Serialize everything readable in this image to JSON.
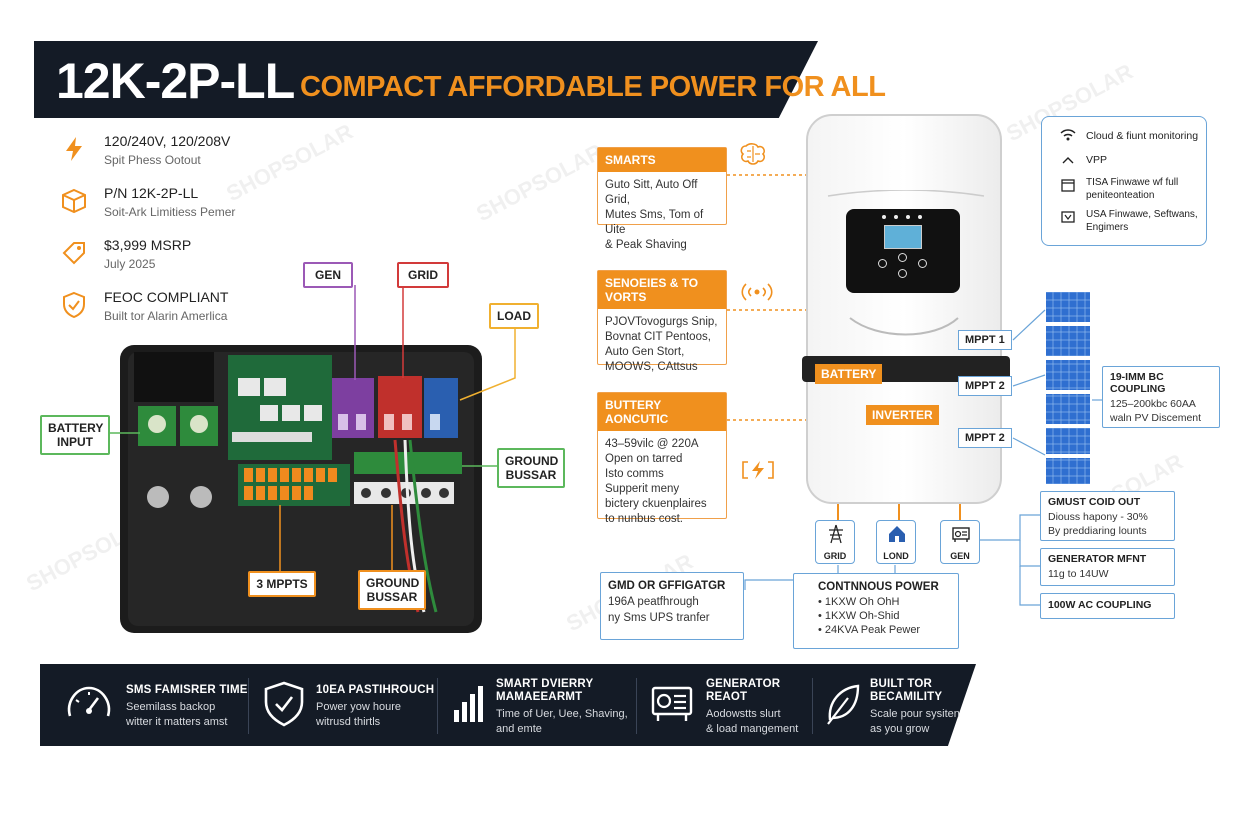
{
  "header": {
    "model": "12K-2P-LL",
    "tagline": "COMPACT AFFORDABLE POWER FOR ALL"
  },
  "specs": [
    {
      "icon": "lightning-icon",
      "main": "120/240V, 120/208V",
      "sub": "Spit Phess Ootout"
    },
    {
      "icon": "box-icon",
      "main": "P/N 12K-2P-LL",
      "sub": "Soit-Ark Limitiess Pemer"
    },
    {
      "icon": "price-tag-icon",
      "main": "$3,999 MSRP",
      "sub": "July 2025"
    },
    {
      "icon": "shield-check-icon",
      "main": "FEOC COMPLIANT",
      "sub": "Built tor Alarin Amerlica"
    }
  ],
  "board_labels": {
    "gen": "GEN",
    "grid": "GRID",
    "load": "LOAD",
    "battery_input": "BATTERY\nINPUT",
    "ground_bussar_right": "GROUND\nBUSSAR",
    "mppts": "3 MPPTS",
    "ground_bussar_bottom": "GROUND\nBUSSAR"
  },
  "info_boxes": {
    "smarts": {
      "title": "SMARTS",
      "body": "Guto Sitt, Auto Off Grid,\nMutes Sms, Tom of Uite\n& Peak Shaving"
    },
    "sensors": {
      "title": "SENOEIES & TO VORTS",
      "body": "PJOVTovogurgs Snip,\nBovnat CIT Pentoos,\nAuto Gen Stort,\nMOOWS, CAttsus"
    },
    "battery": {
      "title": "BUTTERY AONCUTIC",
      "body": "43–59vilc @ 220A\nOpen on tarred\nIsto comms\nSupperit meny\nbictery ckuenplaires\nto nunbus cost."
    }
  },
  "features_box": {
    "items": [
      {
        "icon": "wifi-icon",
        "text": "Cloud & fiunt monitoring"
      },
      {
        "icon": "chevron-icon",
        "text": "VPP"
      },
      {
        "icon": "calendar-icon",
        "text": "TISA Finwawe wf full peniteonteation"
      },
      {
        "icon": "flag-icon",
        "text": "USA Finwawe, Seftwans, Engimers"
      }
    ]
  },
  "inverter": {
    "battery_label": "BATTERY",
    "inverter_label": "INVERTER"
  },
  "mppt_labels": [
    "MPPT 1",
    "MPPT 2",
    "MPPT 2"
  ],
  "dc_coupling": {
    "title": "19-IMM BC COUPLING",
    "body": "125–200kbc 60AA\nwaln PV Discement"
  },
  "outputs": [
    {
      "icon": "grid-tower-icon",
      "label": "GRID"
    },
    {
      "icon": "home-icon",
      "label": "LOND"
    },
    {
      "icon": "generator-icon",
      "label": "GEN"
    }
  ],
  "right_boxes": [
    {
      "title": "GMUST COID OUT",
      "body": "Diouss hapony - 30%\nBy preddiaring lounts"
    },
    {
      "title": "GENERATOR MFNT",
      "body": "11g to 14UW"
    },
    {
      "title": "100W AC COUPLING",
      "body": ""
    }
  ],
  "gmd_box": {
    "title": "GMD OR GFFIGATGR",
    "body": "196A peatfhrough\nny Sms UPS tranfer"
  },
  "continuous_box": {
    "title": "CONTNNOUS POWER",
    "body": "• 1KXW Oh OhH\n• 1KXW Oh-Shid\n• 24KVA Peak Pewer"
  },
  "bottom_features": [
    {
      "icon": "speedometer-icon",
      "title": "SMS FAMISRER TIME",
      "body": "Seemilass backop\nwitter it matters amst"
    },
    {
      "icon": "shield-check-icon",
      "title": "10EA PASTIHROUCH",
      "body": "Power yow houre\nwitrusd thirtls"
    },
    {
      "icon": "bar-chart-icon",
      "title": "SMART DVIERRY\nMAMAEEARMT",
      "body": "Time of Uer, Uee, Shaving,\nand emte"
    },
    {
      "icon": "generator-icon",
      "title": "GENERATOR\nREAOT",
      "body": "Aodowstts slurt\n& load mangement"
    },
    {
      "icon": "leaf-icon",
      "title": "BUILT TOR\nBECAMILITY",
      "body": "Scale pour sysiten\nas you grow"
    }
  ],
  "watermark": "SHOPSOLAR",
  "colors": {
    "dark": "#141b26",
    "orange": "#f0901e",
    "blue": "#6aa4d8",
    "gen": "#9b59b6",
    "grid": "#d23a3a",
    "load": "#f0b030",
    "battery": "#5cb85c"
  }
}
